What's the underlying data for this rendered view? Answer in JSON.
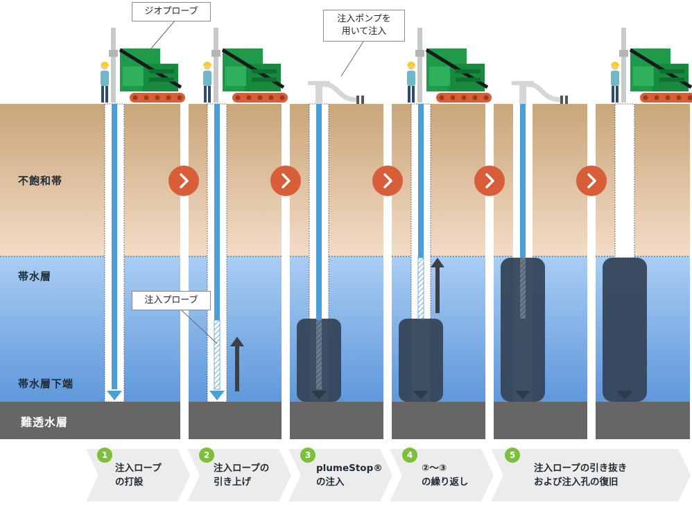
{
  "layers": {
    "unsaturated": "不飽和帯",
    "aquifer": "帯水層",
    "aquifer_bottom": "帯水層下端",
    "impermeable": "難透水層"
  },
  "callouts": {
    "geoprobe": "ジオプローブ",
    "pump": "注入ポンプを\n用いて注入",
    "injection_probe": "注入プローブ"
  },
  "steps": [
    {
      "num": "1",
      "label": "注入ロープ\nの打設"
    },
    {
      "num": "2",
      "label": "注入ロープの\n引き上げ"
    },
    {
      "num": "3",
      "label": "plumeStop®\nの注入"
    },
    {
      "num": "4",
      "label": "②〜③\nの繰り返し"
    },
    {
      "num": "5",
      "label": "注入ロープの引き抜き\nおよび注入孔の復旧"
    }
  ],
  "colors": {
    "soil_top": "#c9a57a",
    "soil_bottom": "#f3dcc6",
    "water_top": "#a9cdf3",
    "water_bottom": "#5f98dc",
    "clay": "#666666",
    "rod": "#4a9fd8",
    "plume": "#35455a",
    "machine": "#1f9a4a",
    "accent": "#d85e3a",
    "step_green": "#7bbf3a",
    "chevron": "#ececec"
  },
  "icons": {
    "next": "chevron-right-icon",
    "up": "arrow-up-icon",
    "rig": "drilling-rig-icon",
    "pump": "pump-pipe-icon"
  }
}
